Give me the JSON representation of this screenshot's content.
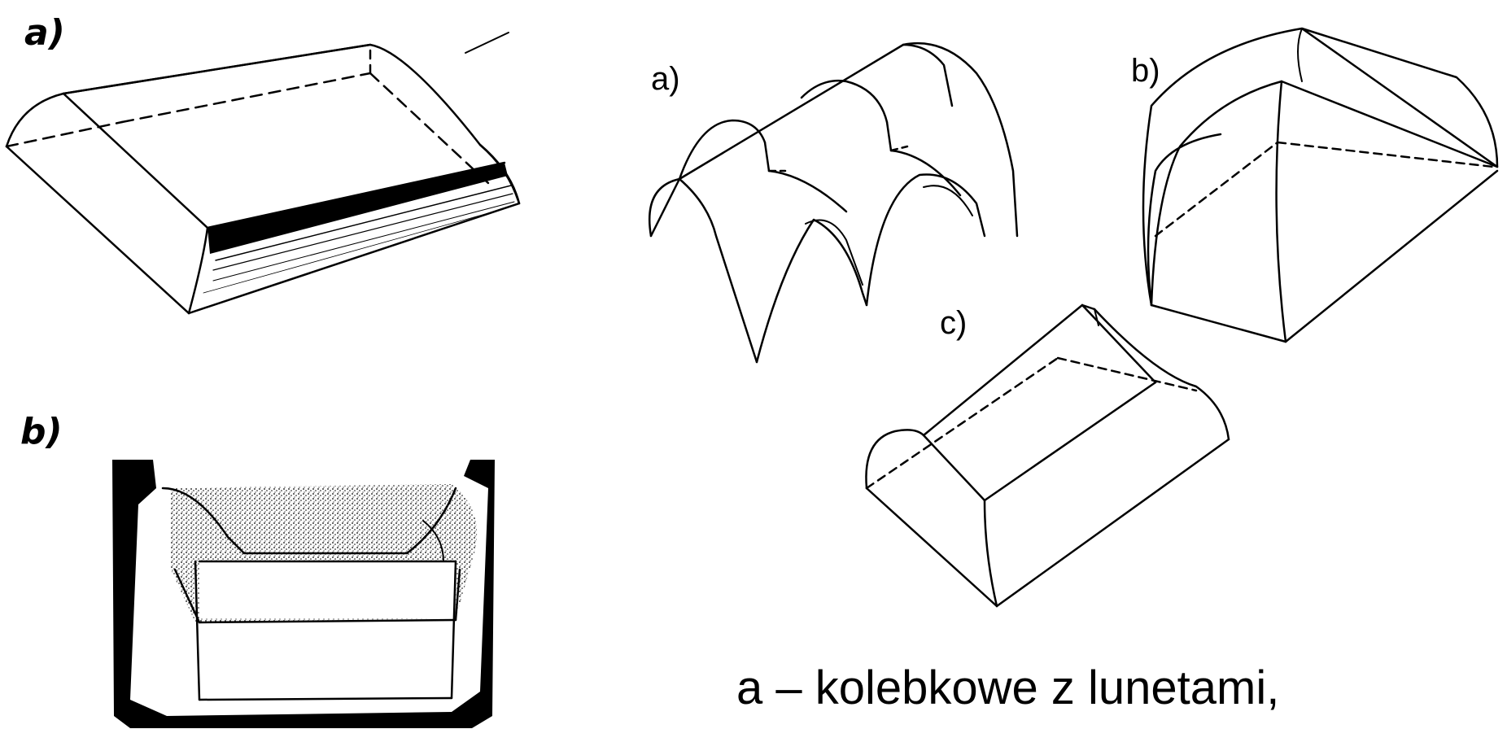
{
  "labels": {
    "left_top": "a)",
    "left_bottom": "b)",
    "right_a": "a)",
    "right_b": "b)",
    "right_c": "c)"
  },
  "caption": "a – kolebkowe z lunetami,",
  "colors": {
    "ink": "#000000",
    "paper": "#ffffff"
  }
}
